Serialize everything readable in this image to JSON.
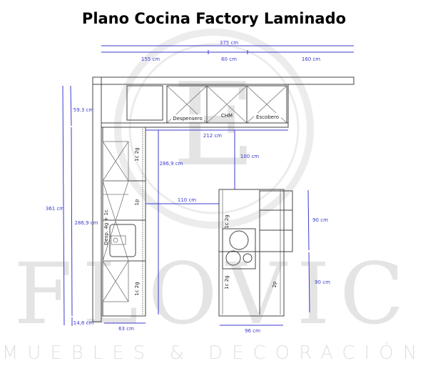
{
  "title": "Plano Cocina Factory Laminado",
  "watermark": {
    "logo_letter": "E",
    "brand": "FLOVIC",
    "tagline": "MUEBLES & DECORACIÓN"
  },
  "dimensions": {
    "total_width": "375 cm",
    "seg1": "155 cm",
    "seg2": "60 cm",
    "seg3": "160 cm",
    "counter_gap": "212 cm",
    "left_run_inner": "286,9 cm",
    "island_gap_top": "100 cm",
    "island_gap_left": "110 cm",
    "total_height": "361 cm",
    "upper_depth": "59.3 cm",
    "left_run": "286,9 cm",
    "bottom_offset": "14,8 cm",
    "left_depth": "63 cm",
    "island_width": "96 cm",
    "island_h1": "90 cm",
    "island_h2": "90 cm"
  },
  "labels": {
    "despensero": "Despensero",
    "chm": "CHM",
    "escobero": "Escobero",
    "left_top": "1c 2g",
    "left_mid": "1p",
    "left_sink": "Desp. 4g + 1c",
    "left_bottom": "1c 2g",
    "island_top": "1c 2g",
    "island_bottom": "1c 2g",
    "island_right": "2p"
  },
  "colors": {
    "dimension": "#3b3bd0",
    "line": "#444444"
  }
}
